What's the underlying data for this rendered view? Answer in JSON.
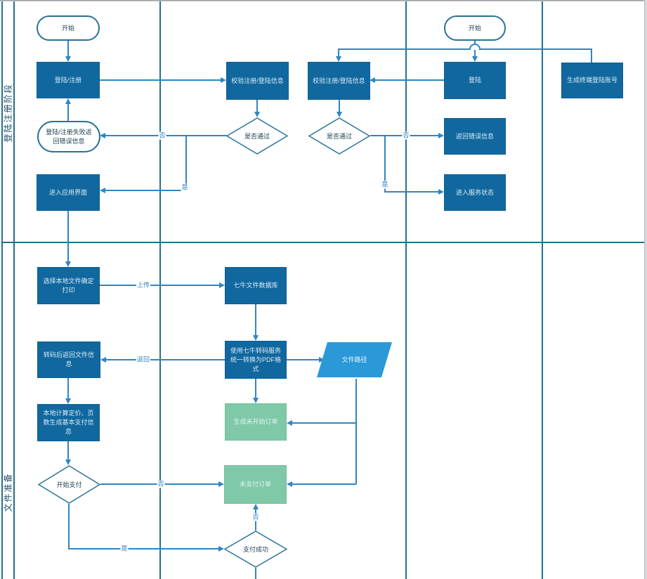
{
  "lanes": [
    {
      "label": "登陆注册阶段"
    },
    {
      "label": "文件准备"
    }
  ],
  "nodes": {
    "start_left": {
      "label": "开始",
      "type": "terminator"
    },
    "login_register": {
      "label": "登陆/注册",
      "type": "process"
    },
    "login_fail": {
      "label": "登陆/注册失败返回错误信息",
      "type": "terminator"
    },
    "enter_app": {
      "label": "进入应用界面",
      "type": "process"
    },
    "verify_left": {
      "label": "校验注册/登陆信息",
      "type": "process"
    },
    "pass_left": {
      "label": "是否通过",
      "type": "decision"
    },
    "verify_right": {
      "label": "校验注册/登陆信息",
      "type": "process"
    },
    "pass_right": {
      "label": "是否通过",
      "type": "decision"
    },
    "start_right": {
      "label": "开始",
      "type": "terminator"
    },
    "denglu": {
      "label": "登陆",
      "type": "process"
    },
    "return_error": {
      "label": "返回错误信息",
      "type": "process"
    },
    "enter_service": {
      "label": "进入服务状态",
      "type": "process"
    },
    "gen_account": {
      "label": "生成终端登陆账号",
      "type": "process"
    },
    "select_file": {
      "label": "选择本地文件确定打印",
      "type": "process"
    },
    "qiniu_db": {
      "label": "七牛文件数据库",
      "type": "process"
    },
    "transcode_return": {
      "label": "转码后返回文件信息",
      "type": "process"
    },
    "qiniu_transcode": {
      "label": "使用七牛转码服务统一转换为PDF格式",
      "type": "process"
    },
    "file_path": {
      "label": "文件路径",
      "type": "data"
    },
    "create_order": {
      "label": "生成未开始订单",
      "type": "process-light"
    },
    "calc_price": {
      "label": "本地计算定价、页数生成基本支付信息",
      "type": "process"
    },
    "start_pay": {
      "label": "开始支付",
      "type": "decision"
    },
    "unpaid_order": {
      "label": "未支付订单",
      "type": "process-light"
    },
    "pay_success": {
      "label": "支付成功",
      "type": "decision"
    }
  },
  "edge_labels": {
    "no_left": "否",
    "yes_left": "是",
    "no_right": "否",
    "yes_right": "是",
    "upload": "上传",
    "return": "返回",
    "no_pay": "否",
    "yes_pay": "是",
    "no_success": "否"
  },
  "colors": {
    "process_fill": "#11689f",
    "data_fill": "#2b98d8",
    "order_fill": "#7fc9a9",
    "connector": "#2e86c3",
    "lane_border": "#24708e"
  }
}
